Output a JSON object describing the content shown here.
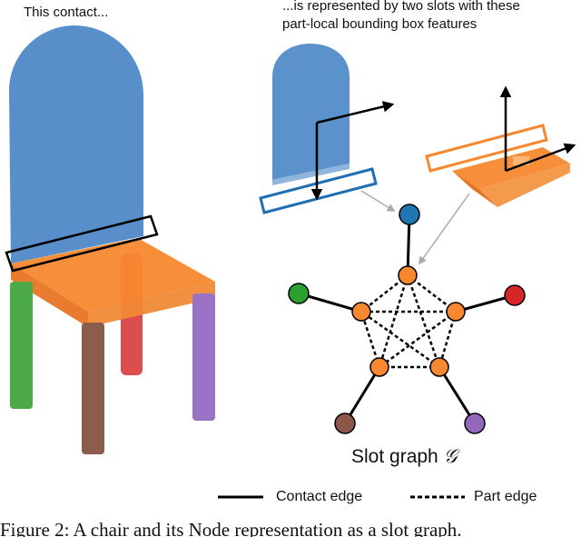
{
  "labels": {
    "left_caption": "This contact...",
    "right_caption_line1": "...is represented by two slots with these",
    "right_caption_line2": "part-local bounding box features",
    "graph_title": "Slot graph",
    "graph_symbol": "𝒢"
  },
  "legend": {
    "contact_edge": "Contact edge",
    "part_edge": "Part edge"
  },
  "figure_caption": "Figure 2: A chair and its Node representation as a slot graph.",
  "colors": {
    "back": "#4a86c5",
    "seat": "#f7882f",
    "leg_green": "#4caa48",
    "leg_brown": "#8c5c4c",
    "leg_red": "#d63b3b",
    "leg_purple": "#9a72c4",
    "node_red": "#d62728",
    "node_green": "#2ca02c",
    "node_brown": "#8c564b",
    "node_purple": "#9467bd",
    "node_blue": "#1f77b4"
  }
}
